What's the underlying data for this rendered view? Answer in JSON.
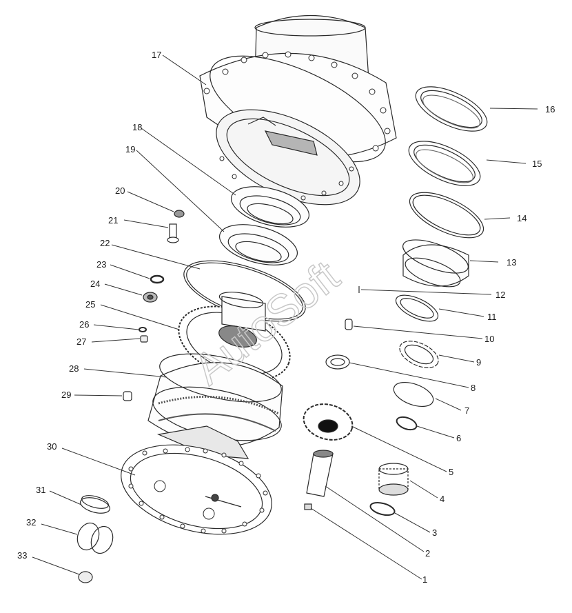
{
  "watermark": "AutoSoft",
  "parts": [
    {
      "num": "1"
    },
    {
      "num": "2"
    },
    {
      "num": "3"
    },
    {
      "num": "4"
    },
    {
      "num": "5"
    },
    {
      "num": "6"
    },
    {
      "num": "7"
    },
    {
      "num": "8"
    },
    {
      "num": "9"
    },
    {
      "num": "10"
    },
    {
      "num": "11"
    },
    {
      "num": "12"
    },
    {
      "num": "13"
    },
    {
      "num": "14"
    },
    {
      "num": "15"
    },
    {
      "num": "16"
    },
    {
      "num": "17"
    },
    {
      "num": "18"
    },
    {
      "num": "19"
    },
    {
      "num": "20"
    },
    {
      "num": "21"
    },
    {
      "num": "22"
    },
    {
      "num": "23"
    },
    {
      "num": "24"
    },
    {
      "num": "25"
    },
    {
      "num": "26"
    },
    {
      "num": "27"
    },
    {
      "num": "28"
    },
    {
      "num": "29"
    },
    {
      "num": "30"
    },
    {
      "num": "31"
    },
    {
      "num": "32"
    },
    {
      "num": "33"
    }
  ],
  "colors": {
    "line": "#2a2a2a",
    "shade": "#9a9a9a",
    "watermark": "#c8c8c8"
  }
}
